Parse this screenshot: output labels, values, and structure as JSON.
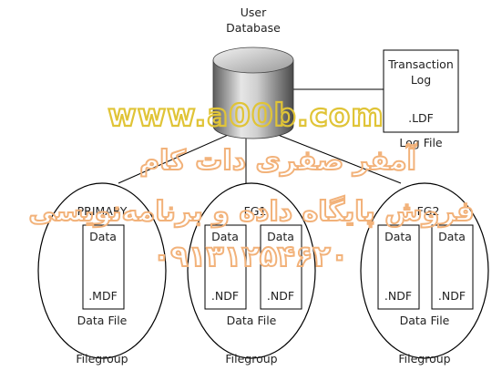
{
  "database": {
    "label_line1": "User",
    "label_line2": "Database"
  },
  "transaction_log": {
    "title_line1": "Transaction",
    "title_line2": "Log",
    "ext": ".LDF",
    "caption": "Log File"
  },
  "filegroups": [
    {
      "name": "PRIMARY",
      "files": [
        {
          "top": "Data",
          "ext": ".MDF"
        }
      ],
      "file_caption": "Data File",
      "caption": "Filegroup"
    },
    {
      "name": "FG1",
      "files": [
        {
          "top": "Data",
          "ext": ".NDF"
        },
        {
          "top": "Data",
          "ext": ".NDF"
        }
      ],
      "file_caption": "Data File",
      "caption": "Filegroup"
    },
    {
      "name": "FG2",
      "files": [
        {
          "top": "Data",
          "ext": ".NDF"
        },
        {
          "top": "Data",
          "ext": ".NDF"
        }
      ],
      "file_caption": "Data File",
      "caption": "Filegroup"
    }
  ],
  "watermark": {
    "site": "www.a00b.com",
    "line_fa_1": "آمفر صفری دات کام",
    "line_fa_2": "فروش پایگاه داده و برنامه‌نویسی",
    "phone": "۰۹۱۳۱۲۵۴۶۲۰"
  },
  "colors": {
    "stroke": "#000000",
    "watermark_yellow": "#e0c437",
    "watermark_orange": "#f2b27a"
  }
}
